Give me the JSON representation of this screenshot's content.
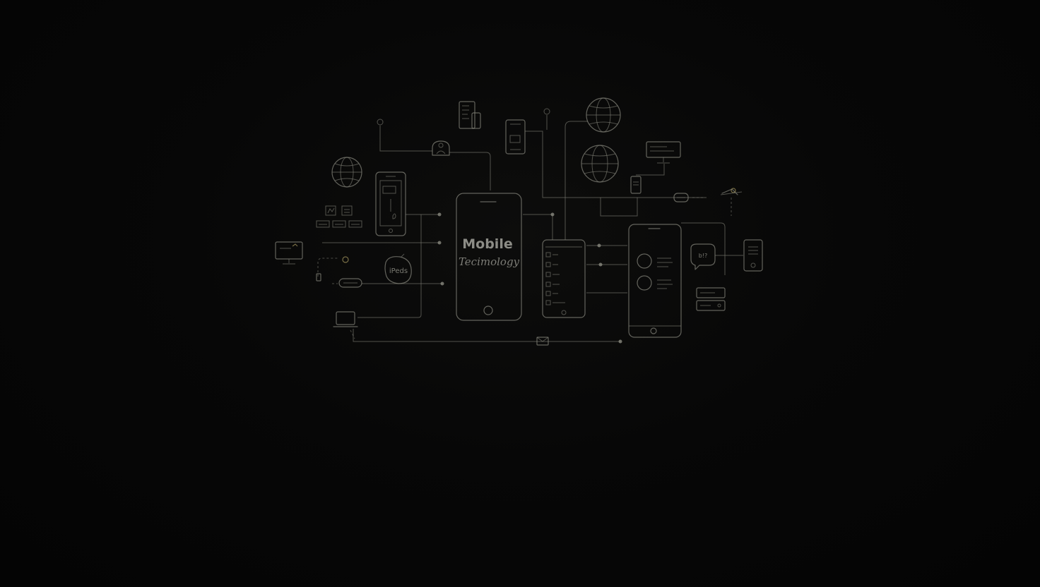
{
  "illustration": {
    "heading": "Mobile",
    "subheading": "Tecimology",
    "badge_text": "iPeds",
    "chat_bubble_text": "b!?",
    "line_color": "#8a8a80",
    "accent_color": "#a89a60",
    "background_color": "#050505",
    "icons": [
      "globe-icon",
      "phone-icon",
      "tablet-icon",
      "monitor-icon",
      "laptop-icon",
      "chat-bubble-icon",
      "user-icon",
      "envelope-icon",
      "card-icon",
      "server-icon"
    ]
  }
}
